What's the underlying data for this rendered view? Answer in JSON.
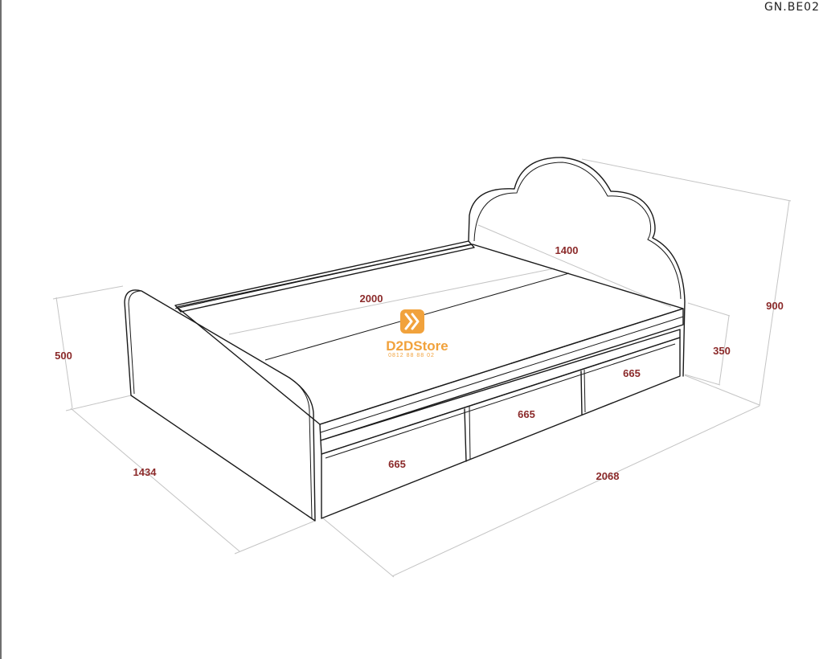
{
  "document": {
    "code": "GN.BE02"
  },
  "logo": {
    "name": "D2DStore",
    "phone": "0812 88 88 02",
    "color": "#f1a23c"
  },
  "dimensions": {
    "total_length": "2068",
    "total_width": "1434",
    "foot_height": "500",
    "headboard_height": "900",
    "bed_height": "350",
    "mattress_length": "2000",
    "mattress_width": "1400",
    "drawer_1": "665",
    "drawer_2": "665",
    "drawer_3": "665"
  },
  "colors": {
    "dimension_text": "#8b2a2a",
    "dimension_line": "#c4c4c4",
    "outline": "#1a1a1a"
  }
}
